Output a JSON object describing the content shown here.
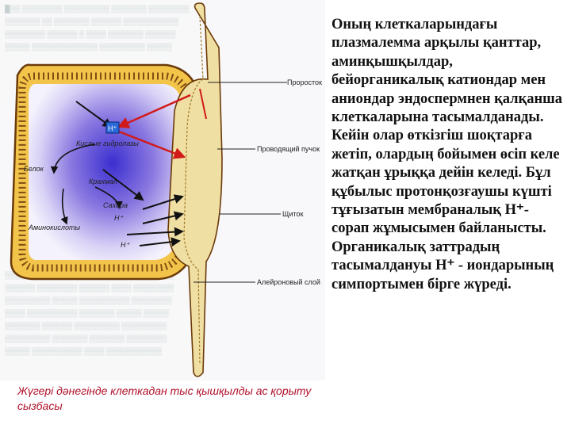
{
  "figure": {
    "labels": {
      "prorostok": "Проросток",
      "prov_puchok": "Проводящий пучок",
      "shchitok": "Щиток",
      "aleyron": "Алейроновый слой",
      "kislye": "Кислые гидролазы",
      "belok": "Белок",
      "krakhmal": "Крахмал",
      "sakhara": "Сахара",
      "aminokisloty": "Аминокислоты",
      "hplus_box": "H⁺",
      "hplus_1": "H⁺",
      "hplus_2": "H⁺"
    }
  },
  "caption": "Жүгері дәнегінде клеткадан тыс қышқылды ас қорыту сызбасы",
  "body_text": "Оның клеткаларындағы плазмалемма арқылы қанттар, аминқышқылдар, бейорганикалық катиондар мен аниондар эндоспермнен қалқанша клеткаларына тасымалданады. Кейін олар өткізгіш шоқтарға жетіп, олардың бойымен өсіп келе жатқан ұрыққа дейін келеді. Бұл құбылыс протонқозғаушы күшті тұғызатын мембраналық H⁺-сорап жұмысымен байланысты. Органикалық заттрадың тасымалдануы H⁺ - иондарының симпортымен бірге жүреді.",
  "colors": {
    "caption": "#b0102a",
    "arrow_red": "#d11a1a",
    "tissue_yellow": "#f2c44a",
    "aleurone": "#e89a3a"
  }
}
